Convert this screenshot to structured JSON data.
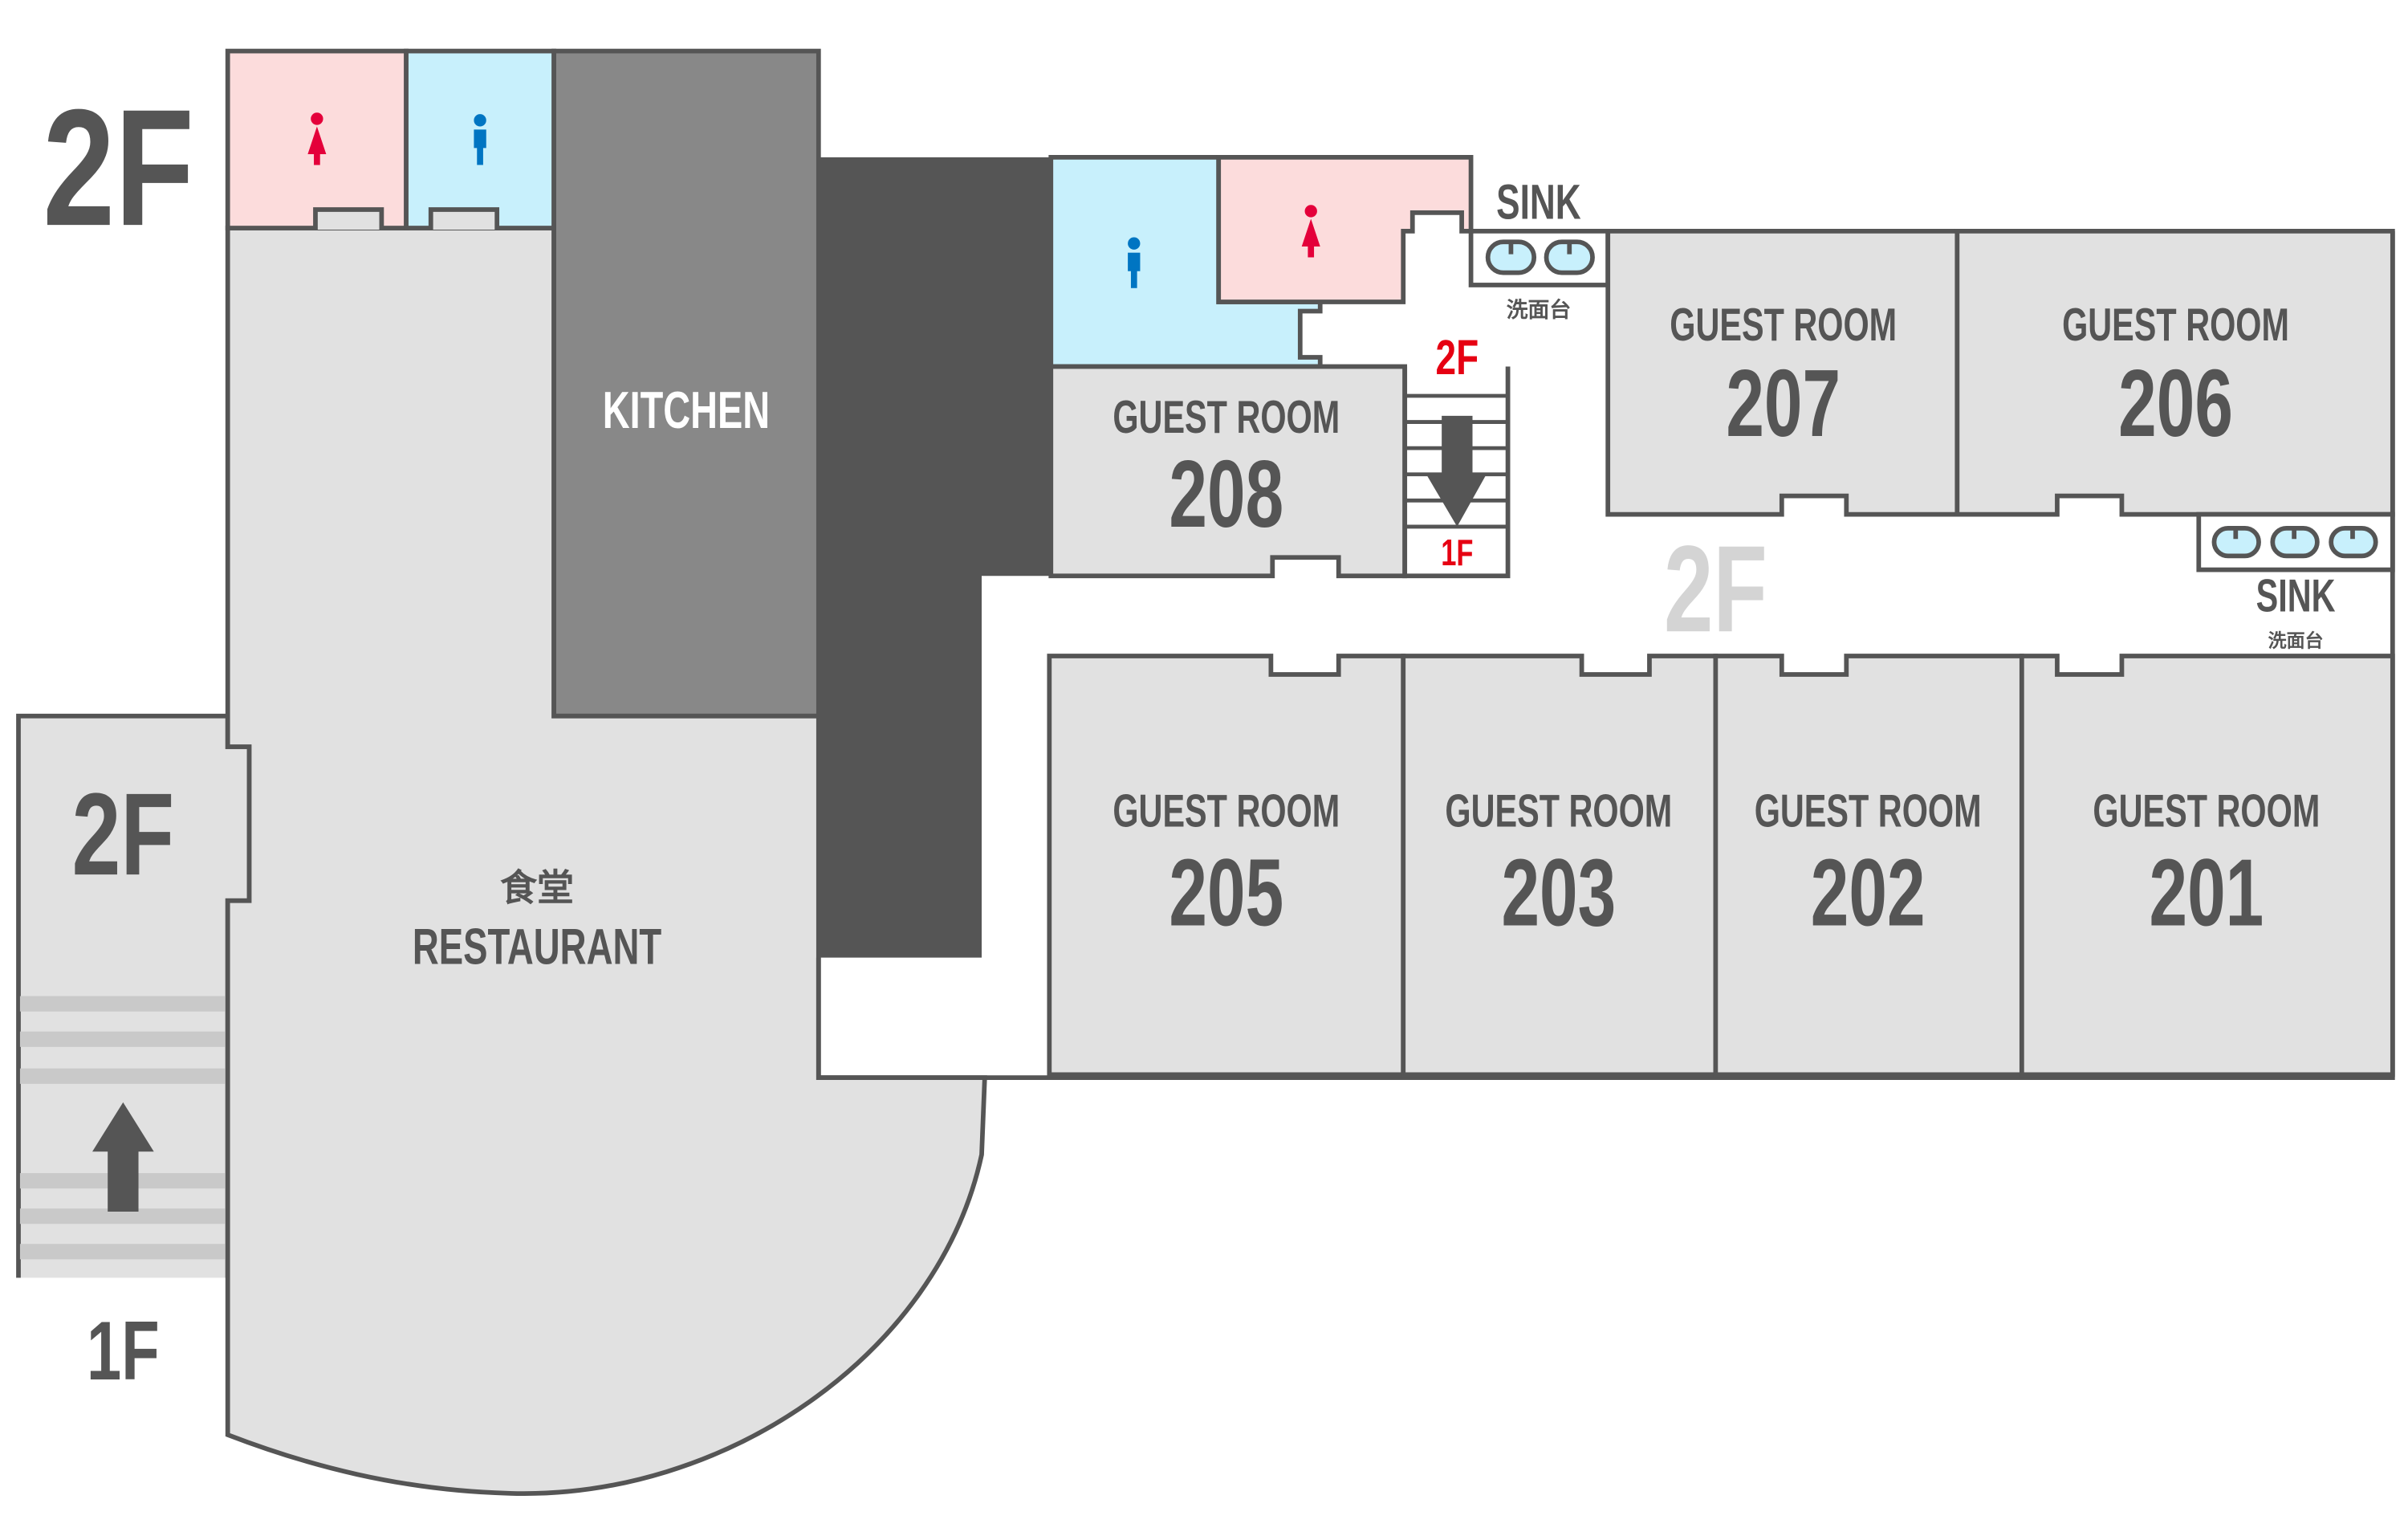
{
  "floor_title": "2F",
  "colors": {
    "wall": "#555555",
    "room": "#e1e1e1",
    "kitchen": "#888888",
    "women": "#fcdcdc",
    "men": "#c8f0fc",
    "red": "#e60012",
    "women_icon": "#e4003a",
    "men_icon": "#0075c2"
  },
  "kitchen": "KITCHEN",
  "restaurant": {
    "jp": "食堂",
    "en": "RESTAURANT"
  },
  "left_stairs": {
    "top": "2F",
    "bottom": "1F",
    "icon": "arrow-up-icon"
  },
  "center_stairs": {
    "top": "2F",
    "bottom": "1F",
    "icon": "arrow-down-icon"
  },
  "corridor_label": "2F",
  "sink_top": {
    "en": "SINK",
    "jp": "洗面台"
  },
  "sink_right": {
    "en": "SINK",
    "jp": "洗面台"
  },
  "rooms": [
    {
      "label": "GUEST ROOM",
      "number": "208"
    },
    {
      "label": "GUEST ROOM",
      "number": "207"
    },
    {
      "label": "GUEST ROOM",
      "number": "206"
    },
    {
      "label": "GUEST ROOM",
      "number": "205"
    },
    {
      "label": "GUEST ROOM",
      "number": "203"
    },
    {
      "label": "GUEST ROOM",
      "number": "202"
    },
    {
      "label": "GUEST ROOM",
      "number": "201"
    }
  ]
}
